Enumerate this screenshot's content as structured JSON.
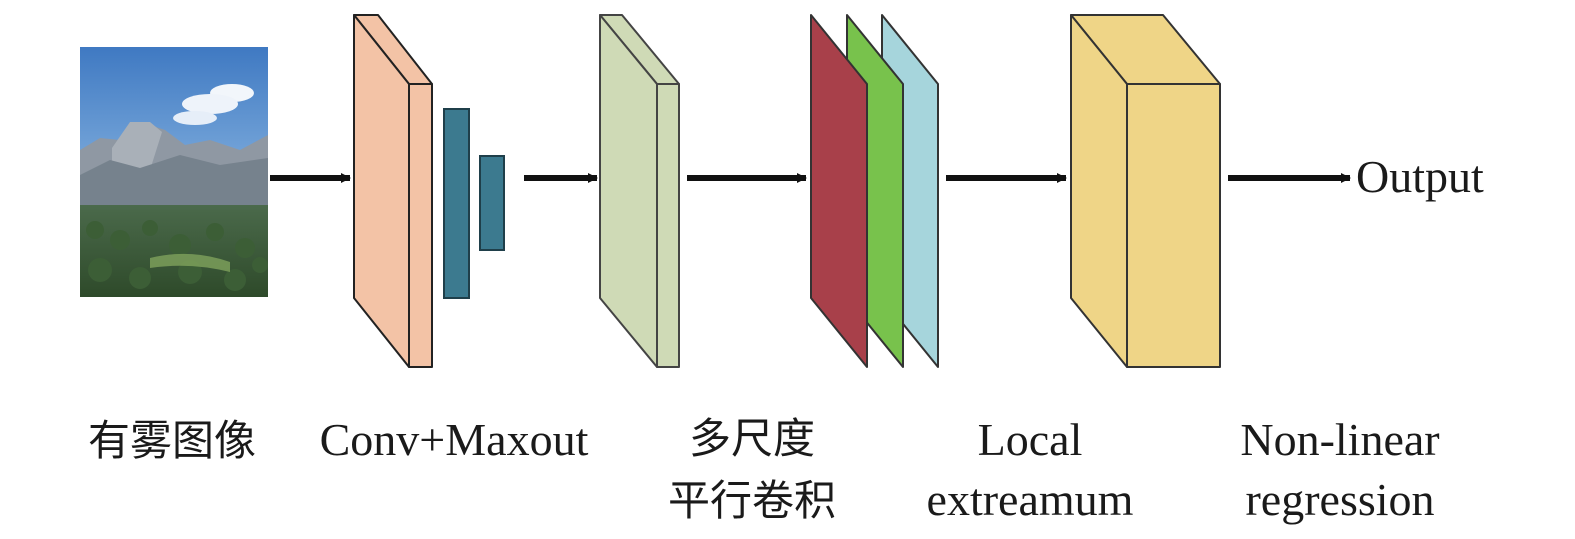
{
  "input_image": {
    "caption": "有雾图像"
  },
  "stages": {
    "conv_maxout": {
      "caption": "Conv+Maxout"
    },
    "multiscale": {
      "line1": "多尺度",
      "line2": "平行卷积"
    },
    "local_extremum": {
      "line1": "Local",
      "line2": "extreamum"
    },
    "nonlinear": {
      "line1": "Non-linear",
      "line2": "regression"
    }
  },
  "output": {
    "label": "Output"
  },
  "colors": {
    "conv_block": "#f3c3a6",
    "maxout_bar": "#3c7a8f",
    "multiscale_block": "#cfdab6",
    "map_red": "#a8404a",
    "map_green": "#78c24c",
    "map_blue": "#a6d5dc",
    "regression_block": "#efd587",
    "arrow": "#111111",
    "outline": "#222222"
  }
}
